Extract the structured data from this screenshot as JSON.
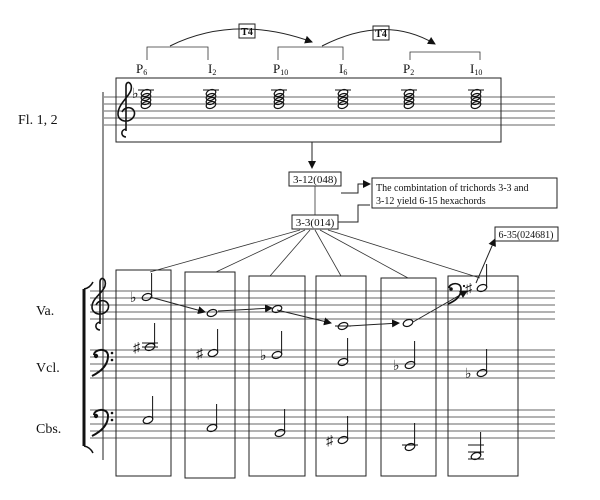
{
  "transforms": {
    "arrow_1_label": "T4",
    "arrow_2_label": "T4"
  },
  "row_labels": [
    {
      "base": "P",
      "sub": "6"
    },
    {
      "base": "I",
      "sub": "2"
    },
    {
      "base": "P",
      "sub": "10"
    },
    {
      "base": "I",
      "sub": "6"
    },
    {
      "base": "P",
      "sub": "2"
    },
    {
      "base": "I",
      "sub": "10"
    }
  ],
  "instruments": {
    "flutes": "Fl. 1, 2",
    "viola": "Va.",
    "cello": "Vcl.",
    "basses": "Cbs."
  },
  "set_classes": {
    "trichord_a": "3-12(048)",
    "trichord_b": "3-3(014)",
    "hexachord": "6-35(024681)"
  },
  "annotation": {
    "line1": "The combintation of  trichords 3-3 and",
    "line2": "3-12 yield 6-15 hexachords"
  },
  "accidentals": {
    "flat": "♭",
    "sharp": "♯"
  },
  "icons": {
    "treble_clef": "treble-clef-icon",
    "bass_clef": "bass-clef-icon"
  },
  "colors": {
    "ink": "#111111",
    "staff": "#333333",
    "background": "#ffffff"
  }
}
